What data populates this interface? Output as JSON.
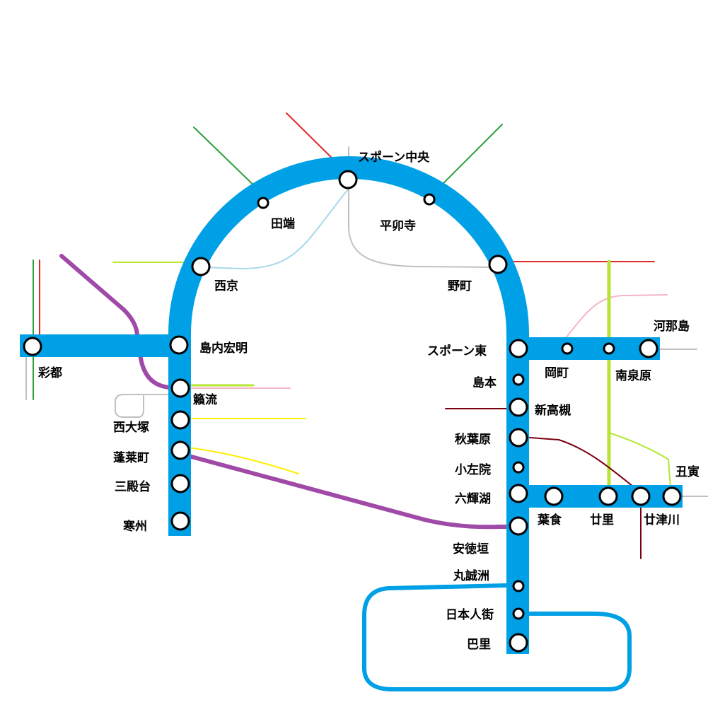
{
  "colors": {
    "main_line": "#00a0e6",
    "red_line": "#e32a2a",
    "green_line": "#2aa03c",
    "purple_line": "#a04aa8",
    "lightgreen_line": "#b4e632",
    "pink_line": "#f5b4c8",
    "yellow_line": "#ffee00",
    "maroon_line": "#7a0010",
    "gray_line": "#c0c0c0",
    "lightblue_line": "#a8d8ea",
    "station_fill": "#ffffff",
    "station_stroke": "#000000"
  },
  "stations": {
    "spawn_chuo": "スポーン中央",
    "tabata": "田端",
    "heiranji": "平卯寺",
    "saikyo": "西京",
    "nomachi": "野町",
    "shimauchi_komei": "島内宏明",
    "saito": "彩都",
    "kanryu": "籟流",
    "nishi_ozuka": "西大塚",
    "horaicho": "蓬莱町",
    "sandendai": "三殿台",
    "kanshu": "寒州",
    "spawn_higashi": "スポーン東",
    "shimamoto": "島本",
    "shin_takatsuki": "新高槻",
    "akihabara": "秋葉原",
    "kozain": "小左院",
    "rokukiko": "六輝湖",
    "antokugaki": "安徳垣",
    "maruseishu": "丸誠洲",
    "nihonjingai": "日本人街",
    "pari": "巴里",
    "okamachi": "岡町",
    "minami_izumihara": "南泉原",
    "kanajima": "河那島",
    "hashoku": "葉食",
    "tsuzura": "廿里",
    "tsuzukawa": "廿津川",
    "ushitora": "丑寅"
  }
}
